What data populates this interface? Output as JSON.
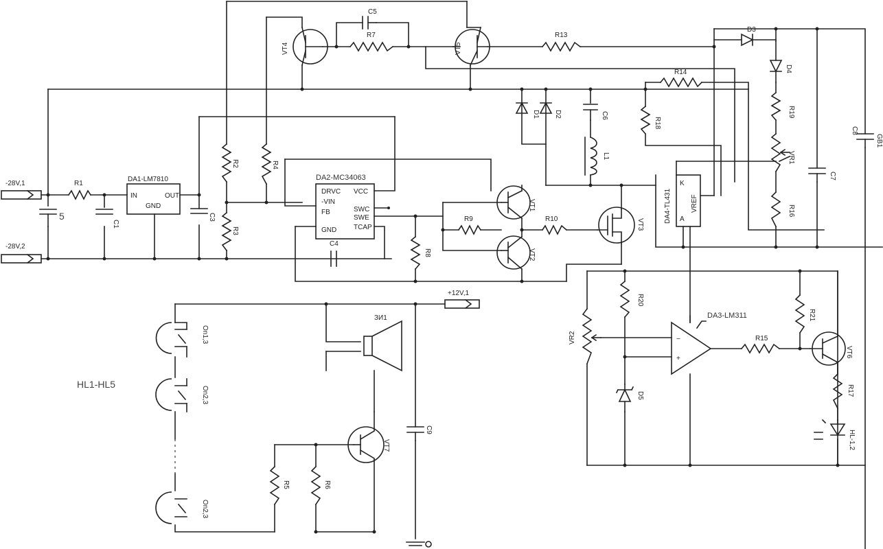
{
  "labels": {
    "conn_in1": "-28V,1",
    "conn_in2": "-28V,2",
    "conn_12v": "+12V,1",
    "c5_left": "5",
    "r1": "R1",
    "c1": "C1",
    "da1": "DA1-LM7810",
    "da1_in": "IN",
    "da1_out": "OUT",
    "da1_gnd": "GND",
    "c3": "C3",
    "r2": "R2",
    "r3": "R3",
    "r4": "R4",
    "vt4": "VT4",
    "c5": "C5",
    "r7": "R7",
    "vt5": "VT5",
    "r13": "R13",
    "r14": "R14",
    "da2": "DA2-MC34063",
    "da2_p1": "DRVC",
    "da2_p2": "-VIN",
    "da2_p3": "FB",
    "da2_p4": "GND",
    "da2_p5": "VCC",
    "da2_p6": "SWC",
    "da2_p7": "SWE",
    "da2_p8": "TCAP",
    "c4": "C4",
    "r8": "R8",
    "r9": "R9",
    "r10": "R10",
    "vt1": "VT1",
    "vt2": "VT2",
    "vt3": "VT3",
    "d1": "D1",
    "d2": "D2",
    "c6": "C6",
    "l1": "L1",
    "r18": "R18",
    "da4": "DA4-TL431",
    "da4_ref": "VREF",
    "da4_k": "K",
    "da4_a": "A",
    "d3": "D3",
    "d4": "D4",
    "r19": "R19",
    "vr1": "VR1",
    "r16": "R16",
    "c7": "C7",
    "c8": "C8",
    "gb1": "GB1",
    "vr2": "VR2",
    "r20": "R20",
    "d5": "D5",
    "da3": "DA3-LM311",
    "r21": "R21",
    "r15": "R15",
    "vt6": "VT6",
    "r17": "R17",
    "hl": "HL-1,2",
    "sp": "ЗИ1",
    "vt7": "VT7",
    "c9": "C9",
    "r5": "R5",
    "r6": "R6",
    "lamp1": "On1,3",
    "lamp2": "On2,3",
    "lamp3": "On2,3",
    "hl_range": "HL1-HL5"
  }
}
